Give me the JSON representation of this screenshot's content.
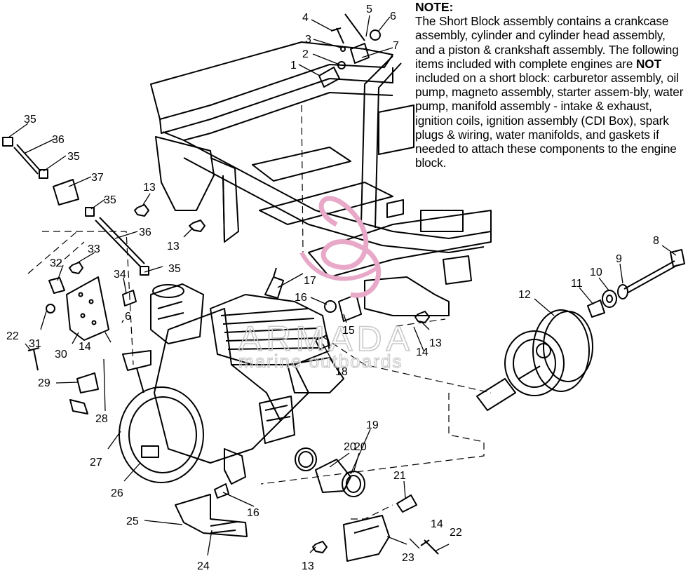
{
  "note": {
    "title": "NOTE:",
    "body_before": "The Short Block assembly contains a crankcase assembly, cylinder and cylinder head assembly, and a piston & crankshaft assembly.  The following items included with complete engines are ",
    "body_bold": "NOT",
    "body_after": " included on a short block:  carburetor assembly, oil pump, magneto assembly, starter assem-bly, water pump, manifold assembly - intake & exhaust, ignition coils, ignition assembly (CDI Box), spark plugs & wiring, water manifolds, and gaskets if needed to attach these components to the engine block."
  },
  "watermark": {
    "brand": "ARMADA",
    "tagline": "marine outboards",
    "logo_color": "#e8a8c8"
  },
  "callouts": [
    "1",
    "2",
    "3",
    "4",
    "5",
    "6",
    "7",
    "8",
    "9",
    "10",
    "11",
    "12",
    "13",
    "13",
    "13",
    "13",
    "14",
    "14",
    "14",
    "15",
    "16",
    "16",
    "17",
    "18",
    "19",
    "20",
    "20",
    "21",
    "22",
    "22",
    "23",
    "24",
    "25",
    "26",
    "27",
    "28",
    "29",
    "30",
    "31",
    "32",
    "33",
    "34",
    "35",
    "35",
    "35",
    "35",
    "36",
    "36",
    "37",
    "6"
  ]
}
